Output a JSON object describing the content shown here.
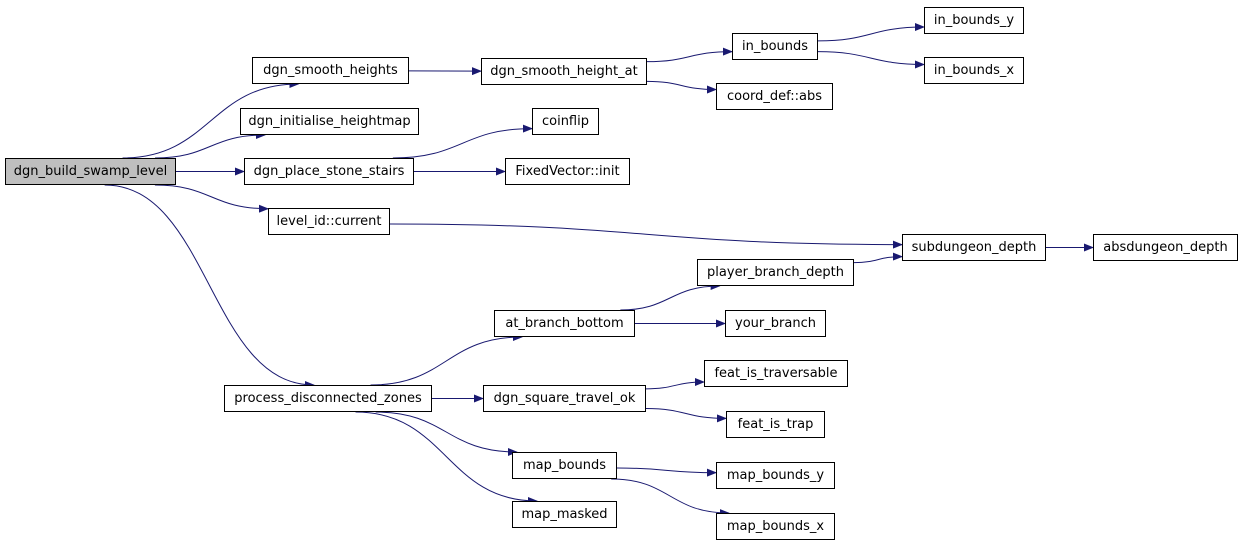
{
  "diagram": {
    "type": "call-graph",
    "colors": {
      "edge": "#191970",
      "border": "#000000",
      "root_fill": "#bfbfbf",
      "node_fill": "#ffffff"
    },
    "nodes": {
      "dgn_build_swamp_level": "dgn_build_swamp_level",
      "dgn_smooth_heights": "dgn_smooth_heights",
      "dgn_initialise_heightmap": "dgn_initialise_heightmap",
      "dgn_place_stone_stairs": "dgn_place_stone_stairs",
      "level_id_current": "level_id::current",
      "process_disconnected_zones": "process_disconnected_zones",
      "dgn_smooth_height_at": "dgn_smooth_height_at",
      "in_bounds": "in_bounds",
      "in_bounds_y": "in_bounds_y",
      "in_bounds_x": "in_bounds_x",
      "coord_def_abs": "coord_def::abs",
      "coinflip": "coinflip",
      "fixedvector_init": "FixedVector::init",
      "subdungeon_depth": "subdungeon_depth",
      "absdungeon_depth": "absdungeon_depth",
      "player_branch_depth": "player_branch_depth",
      "at_branch_bottom": "at_branch_bottom",
      "your_branch": "your_branch",
      "dgn_square_travel_ok": "dgn_square_travel_ok",
      "feat_is_traversable": "feat_is_traversable",
      "feat_is_trap": "feat_is_trap",
      "map_bounds": "map_bounds",
      "map_bounds_y": "map_bounds_y",
      "map_bounds_x": "map_bounds_x",
      "map_masked": "map_masked"
    },
    "edges": [
      [
        "dgn_build_swamp_level",
        "dgn_smooth_heights"
      ],
      [
        "dgn_build_swamp_level",
        "dgn_initialise_heightmap"
      ],
      [
        "dgn_build_swamp_level",
        "dgn_place_stone_stairs"
      ],
      [
        "dgn_build_swamp_level",
        "level_id_current"
      ],
      [
        "dgn_build_swamp_level",
        "process_disconnected_zones"
      ],
      [
        "dgn_smooth_heights",
        "dgn_smooth_height_at"
      ],
      [
        "dgn_smooth_height_at",
        "in_bounds"
      ],
      [
        "dgn_smooth_height_at",
        "coord_def_abs"
      ],
      [
        "in_bounds",
        "in_bounds_y"
      ],
      [
        "in_bounds",
        "in_bounds_x"
      ],
      [
        "dgn_place_stone_stairs",
        "coinflip"
      ],
      [
        "dgn_place_stone_stairs",
        "fixedvector_init"
      ],
      [
        "level_id_current",
        "subdungeon_depth"
      ],
      [
        "subdungeon_depth",
        "absdungeon_depth"
      ],
      [
        "process_disconnected_zones",
        "at_branch_bottom"
      ],
      [
        "process_disconnected_zones",
        "dgn_square_travel_ok"
      ],
      [
        "process_disconnected_zones",
        "map_bounds"
      ],
      [
        "process_disconnected_zones",
        "map_masked"
      ],
      [
        "at_branch_bottom",
        "player_branch_depth"
      ],
      [
        "at_branch_bottom",
        "your_branch"
      ],
      [
        "player_branch_depth",
        "subdungeon_depth"
      ],
      [
        "dgn_square_travel_ok",
        "feat_is_traversable"
      ],
      [
        "dgn_square_travel_ok",
        "feat_is_trap"
      ],
      [
        "map_bounds",
        "map_bounds_y"
      ],
      [
        "map_bounds",
        "map_bounds_x"
      ]
    ]
  }
}
